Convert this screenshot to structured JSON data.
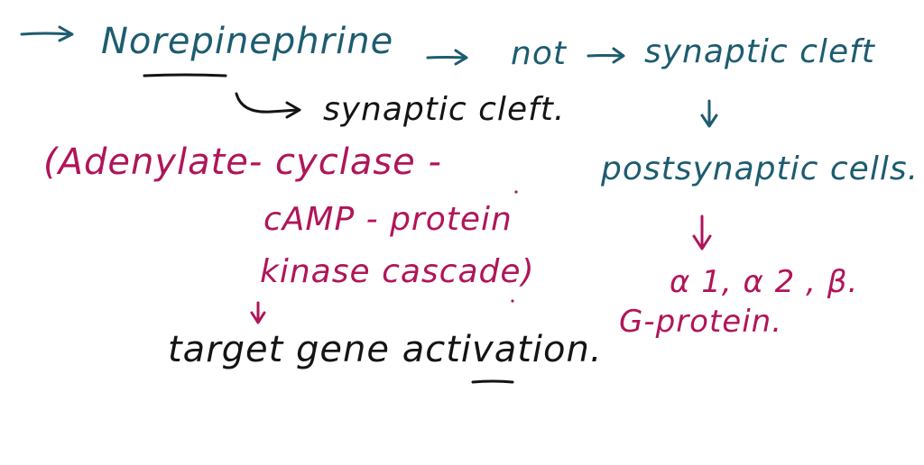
{
  "colors": {
    "teal": "#1d5c70",
    "black": "#141414",
    "pink": "#b01559",
    "background": "#ffffff"
  },
  "notes": {
    "norepinephrine": "Norepinephrine",
    "not": "not",
    "synaptic_cleft_right": "synaptic cleft",
    "synaptic_cleft_middle": "synaptic cleft.",
    "postsynaptic_cells": "postsynaptic cells.",
    "receptors": "α 1,   α 2 , β.",
    "g_protein": "G-protein.",
    "adenylate_cyclase": "(Adenylate- cyclase -",
    "camp_protein": "cAMP - protein",
    "kinase_cascade": "kinase cascade)",
    "target_gene": "target gene activation."
  }
}
